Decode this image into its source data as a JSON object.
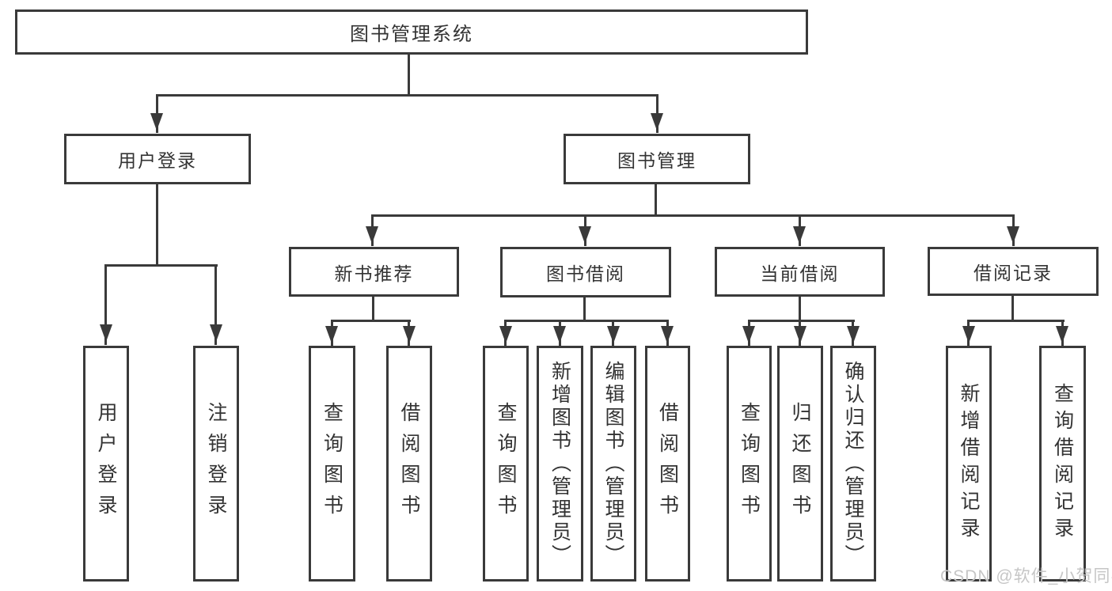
{
  "colors": {
    "background": "#ffffff",
    "line": "#3a3a3a",
    "text": "#333333",
    "watermark": "#c6c6c6"
  },
  "watermark": {
    "text": "CSDN @软件_小贺同学"
  },
  "tree": {
    "root": {
      "label": "图书管理系统",
      "children": [
        {
          "label": "用户登录",
          "children": [
            {
              "label": "用户登录"
            },
            {
              "label": "注销登录"
            }
          ]
        },
        {
          "label": "图书管理",
          "children": [
            {
              "label": "新书推荐",
              "children": [
                {
                  "label": "查询图书"
                },
                {
                  "label": "借阅图书"
                }
              ]
            },
            {
              "label": "图书借阅",
              "children": [
                {
                  "label": "查询图书"
                },
                {
                  "label": "新增图书（管理员）"
                },
                {
                  "label": "编辑图书（管理员）"
                },
                {
                  "label": "借阅图书"
                }
              ]
            },
            {
              "label": "当前借阅",
              "children": [
                {
                  "label": "查询图书"
                },
                {
                  "label": "归还图书"
                },
                {
                  "label": "确认归还（管理员）"
                }
              ]
            },
            {
              "label": "借阅记录",
              "children": [
                {
                  "label": "新增借阅记录"
                },
                {
                  "label": "查询借阅记录"
                }
              ]
            }
          ]
        }
      ]
    }
  }
}
